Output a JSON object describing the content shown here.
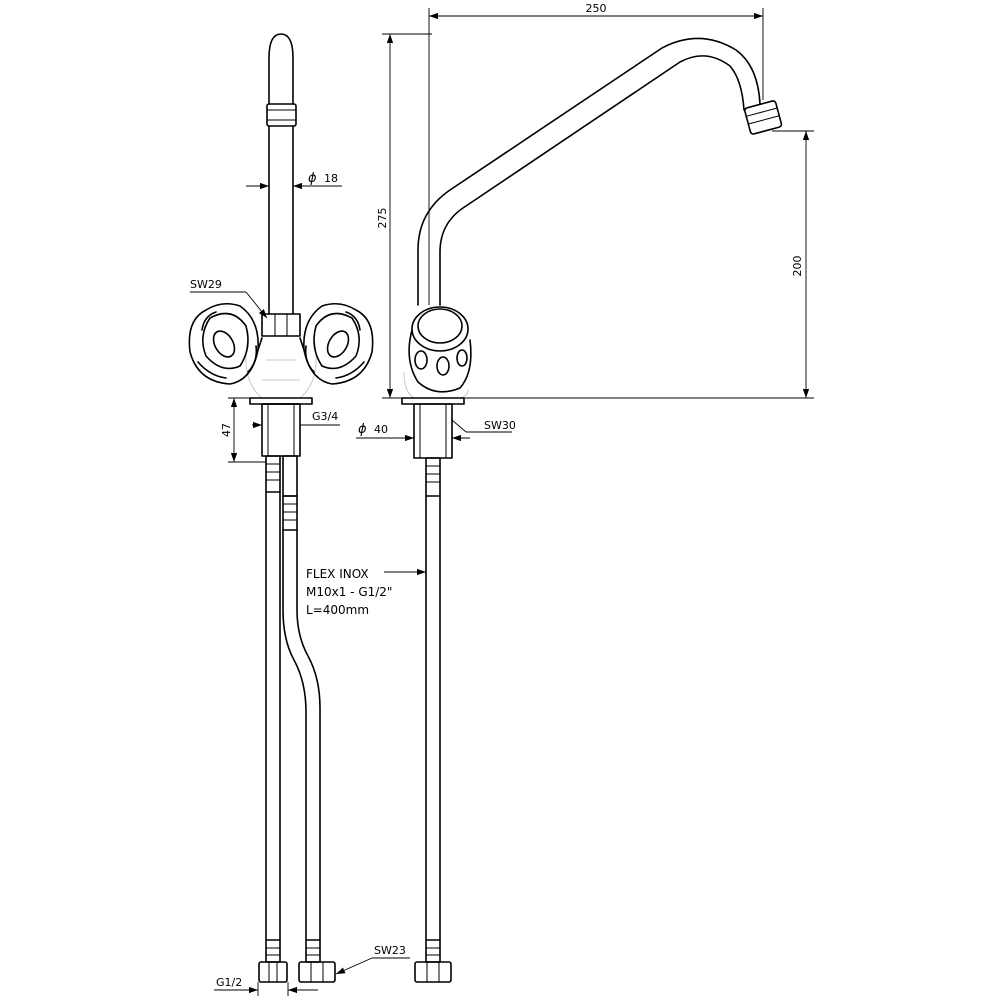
{
  "dimensions": {
    "spout_reach": "250",
    "total_height": "275",
    "outlet_height": "200",
    "body_height": "47",
    "tube_diameter_symbol": "ϕ",
    "tube_diameter": "18",
    "base_diameter_symbol": "ϕ",
    "base_diameter": "40",
    "nut_sw29": "SW29",
    "thread_g34": "G3/4",
    "nut_sw30": "SW30",
    "nut_sw23": "SW23",
    "thread_g12": "G1/2"
  },
  "hose_note": {
    "line1": "FLEX INOX",
    "line2": "M10x1 - G1/2\"",
    "line3": "L=400mm"
  }
}
